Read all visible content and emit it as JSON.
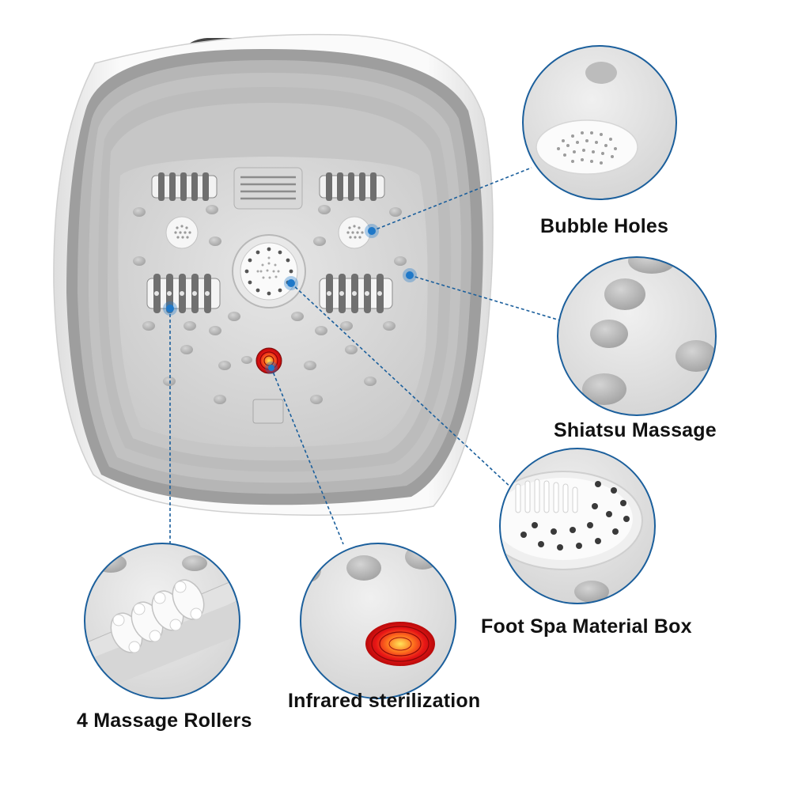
{
  "features": [
    {
      "id": "bubble",
      "label": "Bubble Holes",
      "icon": "bubble-holes-closeup"
    },
    {
      "id": "shiatsu",
      "label": "Shiatsu Massage",
      "icon": "shiatsu-nodes-closeup"
    },
    {
      "id": "box",
      "label": "Foot Spa Material Box",
      "icon": "material-box-closeup"
    },
    {
      "id": "infrared",
      "label": "Infrared sterilization",
      "icon": "infrared-light-closeup"
    },
    {
      "id": "rollers",
      "label": "4 Massage Rollers",
      "icon": "massage-roller-closeup"
    }
  ],
  "colors": {
    "callout_line": "#1b5f9c",
    "marker_dot": "#1f78c8",
    "infrared_red": "#e01818",
    "basin_gray": "#b4b4b4"
  }
}
